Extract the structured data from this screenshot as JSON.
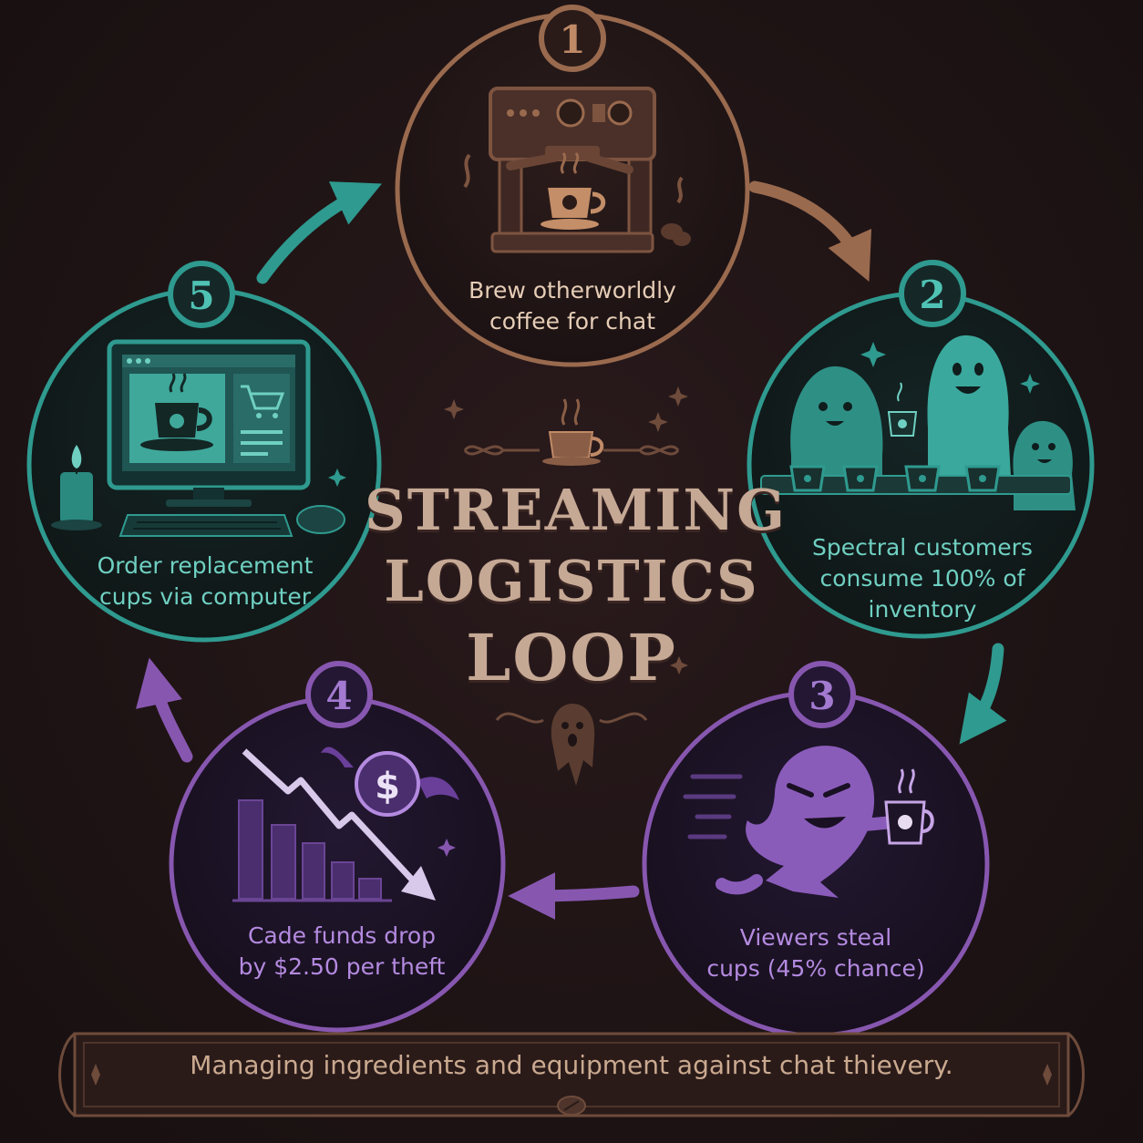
{
  "title": {
    "line1": "STREAMING",
    "line2": "LOGISTICS",
    "line3": "LOOP"
  },
  "steps": [
    {
      "number": "1",
      "label": "Brew otherworldly\ncoffee for chat",
      "icon": "espresso-machine-icon",
      "color": "#9a6a4e"
    },
    {
      "number": "2",
      "label": "Spectral customers\nconsume 100% of\ninventory",
      "icon": "ghost-customers-icon",
      "color": "#2f9a8f"
    },
    {
      "number": "3",
      "label": "Viewers steal\ncups (45% chance)",
      "icon": "thief-ghost-icon",
      "color": "#8757b0"
    },
    {
      "number": "4",
      "label": "Cade funds drop\nby $2.50 per theft",
      "icon": "falling-funds-chart-icon",
      "color": "#8757b0"
    },
    {
      "number": "5",
      "label": "Order replacement\ncups via computer",
      "icon": "computer-shopping-icon",
      "color": "#2f9a8f"
    }
  ],
  "caption": "Managing ingredients and equipment against chat thievery.",
  "colors": {
    "background": "#1f1415",
    "brown": "#9a6a4e",
    "teal": "#2f9a8f",
    "purple": "#8757b0",
    "title": "#c6a995",
    "label_brown": "#e6cdb6",
    "label_teal": "#6fd0c2",
    "label_purple": "#b48ae0"
  }
}
